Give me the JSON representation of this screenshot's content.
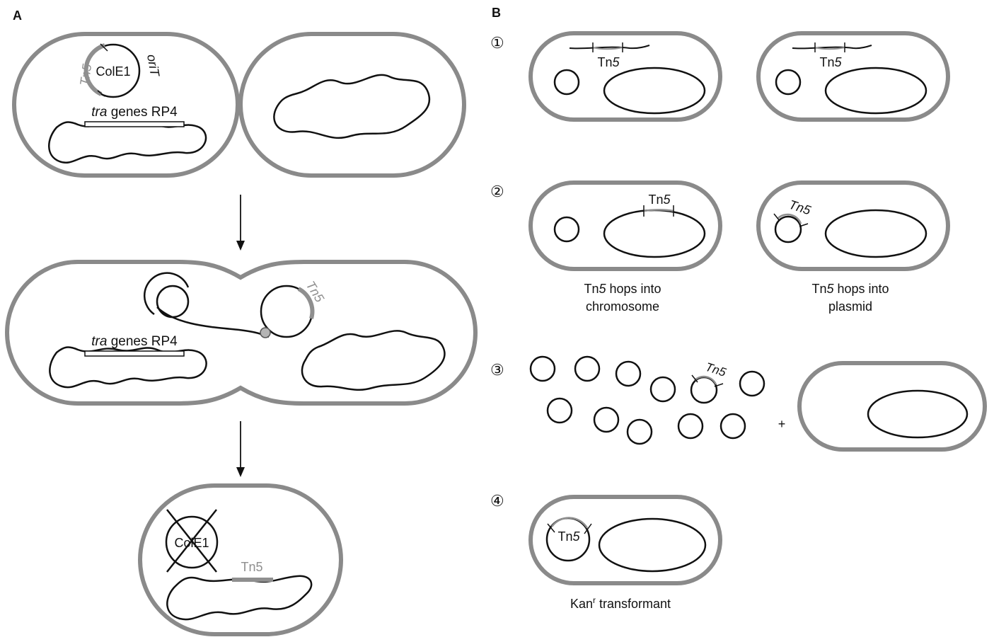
{
  "panels": {
    "a_label": "A",
    "b_label": "B"
  },
  "panel_a": {
    "plasmid_label": "ColE1",
    "transposon_label": "Tn5",
    "orit_label": "oriT",
    "tra_italic": "tra",
    "tra_rest": " genes RP4",
    "tn5_transfer_label": "Tn5",
    "crossed_plasmid_label": "ColE1",
    "tn5_chromosome_label": "Tn5"
  },
  "panel_b": {
    "step1": "①",
    "step2": "②",
    "step3": "③",
    "step4": "④",
    "tn5_prefix": "Tn",
    "tn5_suffix": "5",
    "chromosome_caption_line1_rest": " hops into",
    "chromosome_caption_line2": "chromosome",
    "plasmid_caption_line1_rest": " hops into",
    "plasmid_caption_line2": "plasmid",
    "plus_sign": "+",
    "transformant_prefix": "Kan",
    "transformant_sup": "r",
    "transformant_rest": " transformant"
  },
  "colors": {
    "cell_wall": "#8a8a8a",
    "dna": "#111111",
    "tn5_gray": "#8f8f8f",
    "text": "#111111"
  }
}
